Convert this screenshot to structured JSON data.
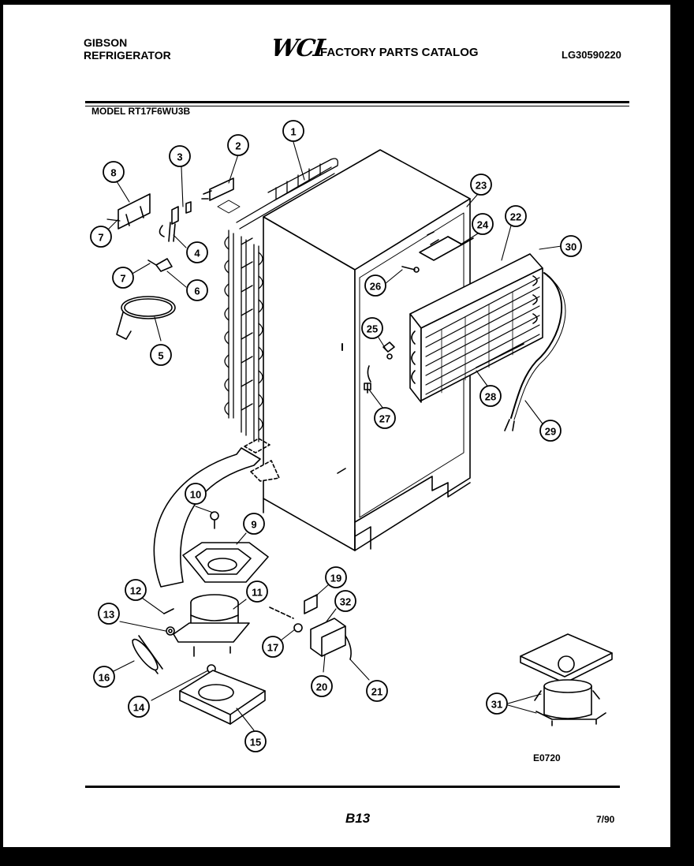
{
  "header": {
    "brand_line1": "GIBSON",
    "brand_line2": "REFRIGERATOR",
    "logo_text": "WCI",
    "catalog_title": "FACTORY PARTS CATALOG",
    "catalog_number": "LG30590220",
    "model_label": "MODEL RT17F6WU3B"
  },
  "diagram": {
    "code": "E0720",
    "callouts": [
      "1",
      "2",
      "3",
      "4",
      "5",
      "6",
      "7",
      "7",
      "8",
      "9",
      "10",
      "11",
      "12",
      "13",
      "14",
      "15",
      "16",
      "17",
      "19",
      "20",
      "21",
      "22",
      "23",
      "24",
      "25",
      "26",
      "27",
      "28",
      "29",
      "30",
      "31",
      "32"
    ]
  },
  "footer": {
    "page_number": "B13",
    "date": "7/90"
  }
}
